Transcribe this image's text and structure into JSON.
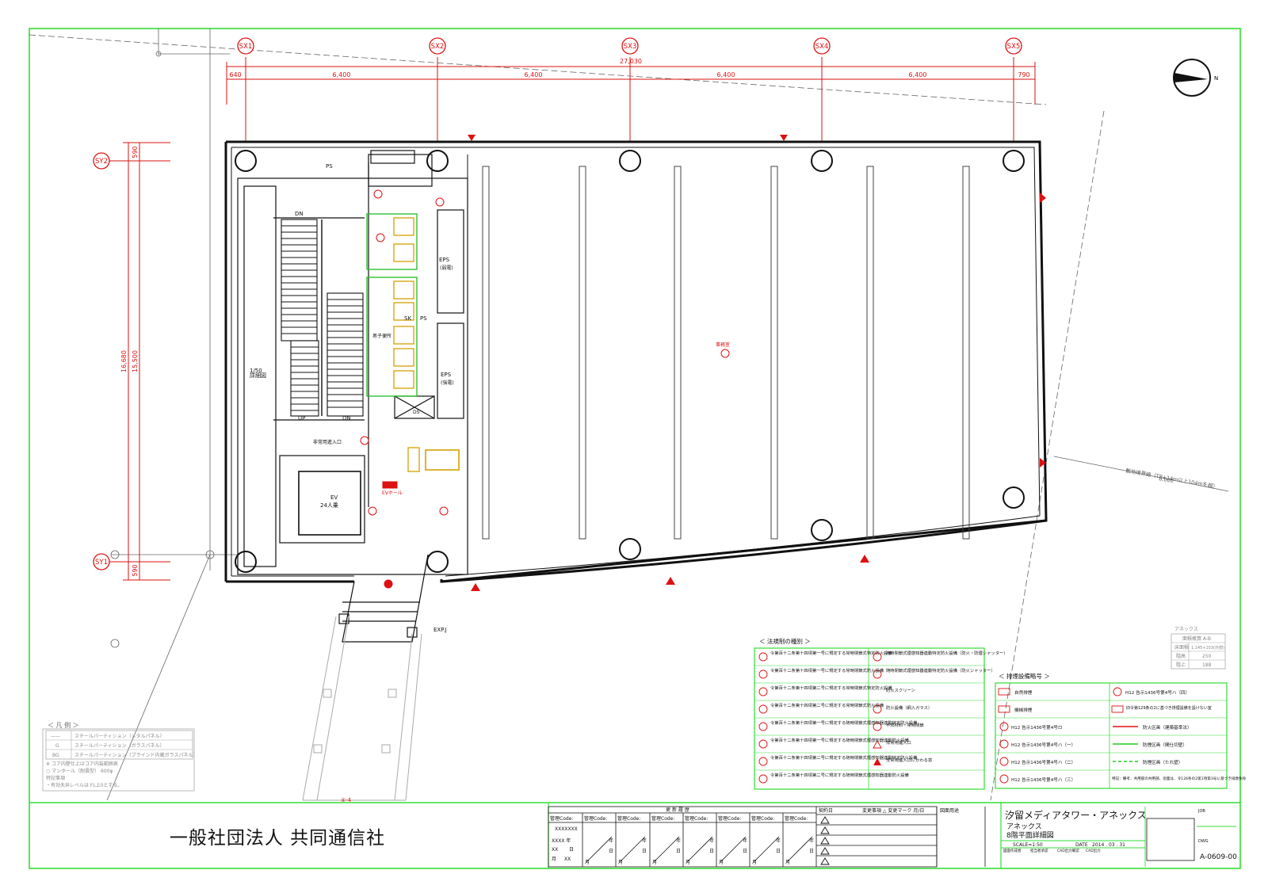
{
  "grid": {
    "x_axes": [
      "SX1",
      "SX2",
      "SX3",
      "SX4",
      "SX5"
    ],
    "y_axes": [
      "SY2",
      "SY1"
    ],
    "overall_width": "27,030",
    "x_spans": [
      "640",
      "6,400",
      "6,400",
      "6,400",
      "6,400",
      "790"
    ],
    "overall_depth": "16,680",
    "inner_depth": "15,500",
    "y_ends": [
      "590",
      "590"
    ]
  },
  "north_symbol": "N",
  "rooms": {
    "ps": "PS",
    "eps": "EPS",
    "eps_sub": "(弱電)",
    "eps2": "EPS",
    "eps2_sub": "(強電)",
    "sk": "SK",
    "ps2": "PS",
    "ds": "DS",
    "dn_upper": "DN",
    "dn_lower": "DN",
    "up": "UP",
    "stair_scale": "1/50",
    "stair_note": "詳細図",
    "ev_label": "EV",
    "ev_capacity": "24人乗",
    "ev_hall": "EVホール",
    "office": "事務室",
    "exp_j": "EXP.J",
    "escape": "非常用進入口",
    "toilet": "男子便所"
  },
  "site_boundary_note": "敷地境界線（TP+14m以上104mを越）",
  "site_boundary_dim": "8,000",
  "fire_marker": "④-4",
  "legend_left": {
    "title": "＜ 凡 例 ＞",
    "rows": [
      {
        "sym": "——",
        "text": "スチールパーティション（メタルパネル）"
      },
      {
        "sym": "G",
        "text": "スチールパーティション（ガラスパネル）"
      },
      {
        "sym": "BG",
        "text": "スチールパーティション（ブラインド内蔵ガラスパネル）"
      }
    ],
    "notes": [
      "※ コア内壁仕上はコア内装範囲表",
      "○ マンホール（耐震型）  600φ",
      "特記事項",
      "・有効天井レベルは FL上0とする。"
    ]
  },
  "legend_law": {
    "title": "＜ 法規制の種別 ＞",
    "left_items": [
      "令第百十二条第十四項第一号に規定する常時閉鎖式特定防火設備",
      "令第百十二条第十四項第一号に規定する常時閉鎖式防火設備",
      "令第百十二条第十四項第二号に規定する常時閉鎖式特定防火設備",
      "令第百十二条第十四項第二号に規定する常時閉鎖式防火設備",
      "令第百十二条第十四項第一号に規定する随時閉鎖式煙感知器連動特定防火設備",
      "令第百十二条第十四項第一号に規定する随時閉鎖式煙感知器連動防火設備",
      "令第百十二条第十四項第二号に規定する随時閉鎖式煙感知器連動特定防火設備",
      "令第百十二条第十四項第二号に規定する随時閉鎖式煙感知器連動防火設備"
    ],
    "right_items": [
      "随時閉鎖式煙感知器連動特定防火設備（防火・防煙シャッター）",
      "随時閉鎖式煙感知器連動特定防火設備（防火シャッター）",
      "防火スクリーン",
      "防火設備（網入ガラス）",
      "不燃材料・常時閉鎖",
      "非常用進入口",
      "非常用進入口にかわる窓"
    ]
  },
  "legend_smoke": {
    "title": "＜ 排煙設備略号 ＞",
    "left_items": [
      "自然排煙",
      "機械排煙",
      "H12 告示1436号第4号ロ",
      "H12 告示1436号第4号ハ（一）",
      "H12 告示1436号第4号ハ（二）",
      "H12 告示1436号第4号ハ（三）"
    ],
    "right_items": [
      "H12 告示1436号第4号ハ（四）",
      "旧令第129条の2に基づき排煙設備を設けない室",
      "防火区画（建築基準法）",
      "防煙区画（間仕切壁）",
      "防煙区画（たれ壁）",
      "特記：備考、共用部の共用部、窓面は、令126条の2第1項第3号に基づき排煙免除"
    ]
  },
  "area_table": {
    "title": "アネックス",
    "head": "面積概算 A-B",
    "rows": [
      [
        "床面積",
        "1,145+103(外部)"
      ],
      [
        "階高",
        "250"
      ],
      [
        "階上",
        "188"
      ]
    ]
  },
  "revision": {
    "header": "更 新 履 歴",
    "code_label": "管理Code:",
    "first_code": "XXXXXXX",
    "first_year": "XXXX 年",
    "first_month": "XX",
    "first_day": "XX",
    "unit_year": "年",
    "unit_month": "月",
    "unit_day": "日",
    "change_date": "契約日",
    "change_note": "変更事項 △ 変更マーク 月/日",
    "drawing_use": "図面用途"
  },
  "organization": "一般社団法人 共同通信社",
  "project": {
    "name": "汐留メディアタワー・アネックス",
    "sub1": "アネックス",
    "sub2": "8階平面詳細図",
    "scale": "SCALE=1:50",
    "date_label": "DATE",
    "date": "2014 . 03 . 31",
    "job_label": "JOB",
    "dwg_label": "DWG",
    "dwg_no": "A-0609-00",
    "sign_labels": [
      "図面作成者",
      "担当者承認",
      "CAD出力確認",
      "CAD出力"
    ]
  }
}
